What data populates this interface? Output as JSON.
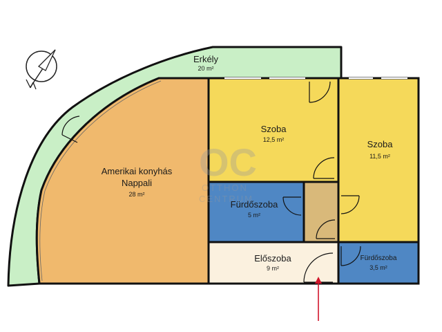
{
  "rooms": {
    "erkely": {
      "name": "Erkély",
      "area": "20 m²",
      "fill": "#c9efc6"
    },
    "nappali": {
      "name_line1": "Amerikai konyhás",
      "name_line2": "Nappali",
      "area": "28 m²",
      "fill": "#f0b96d"
    },
    "szoba1": {
      "name": "Szoba",
      "area": "12,5 m²",
      "fill": "#f5d95a"
    },
    "szoba2": {
      "name": "Szoba",
      "area": "11,5 m²",
      "fill": "#f5d95a"
    },
    "furdo1": {
      "name": "Fürdőszoba",
      "area": "5 m²",
      "fill": "#4f87c4"
    },
    "furdo2": {
      "name": "Fürdőszoba",
      "area": "3,5 m²",
      "fill": "#4f87c4"
    },
    "eloszoba": {
      "name": "Előszoba",
      "area": "9 m²",
      "fill": "#fbf1df"
    },
    "closet": {
      "fill": "#d9b97a"
    }
  },
  "watermark": {
    "logo": "OC",
    "line1": "OTTHON",
    "line2": "CENTRUM"
  },
  "colors": {
    "wall": "#111111",
    "entrance_arrow": "#d0152b"
  },
  "icons": {
    "compass": "north-compass-icon",
    "entrance": "entrance-arrow-icon"
  }
}
